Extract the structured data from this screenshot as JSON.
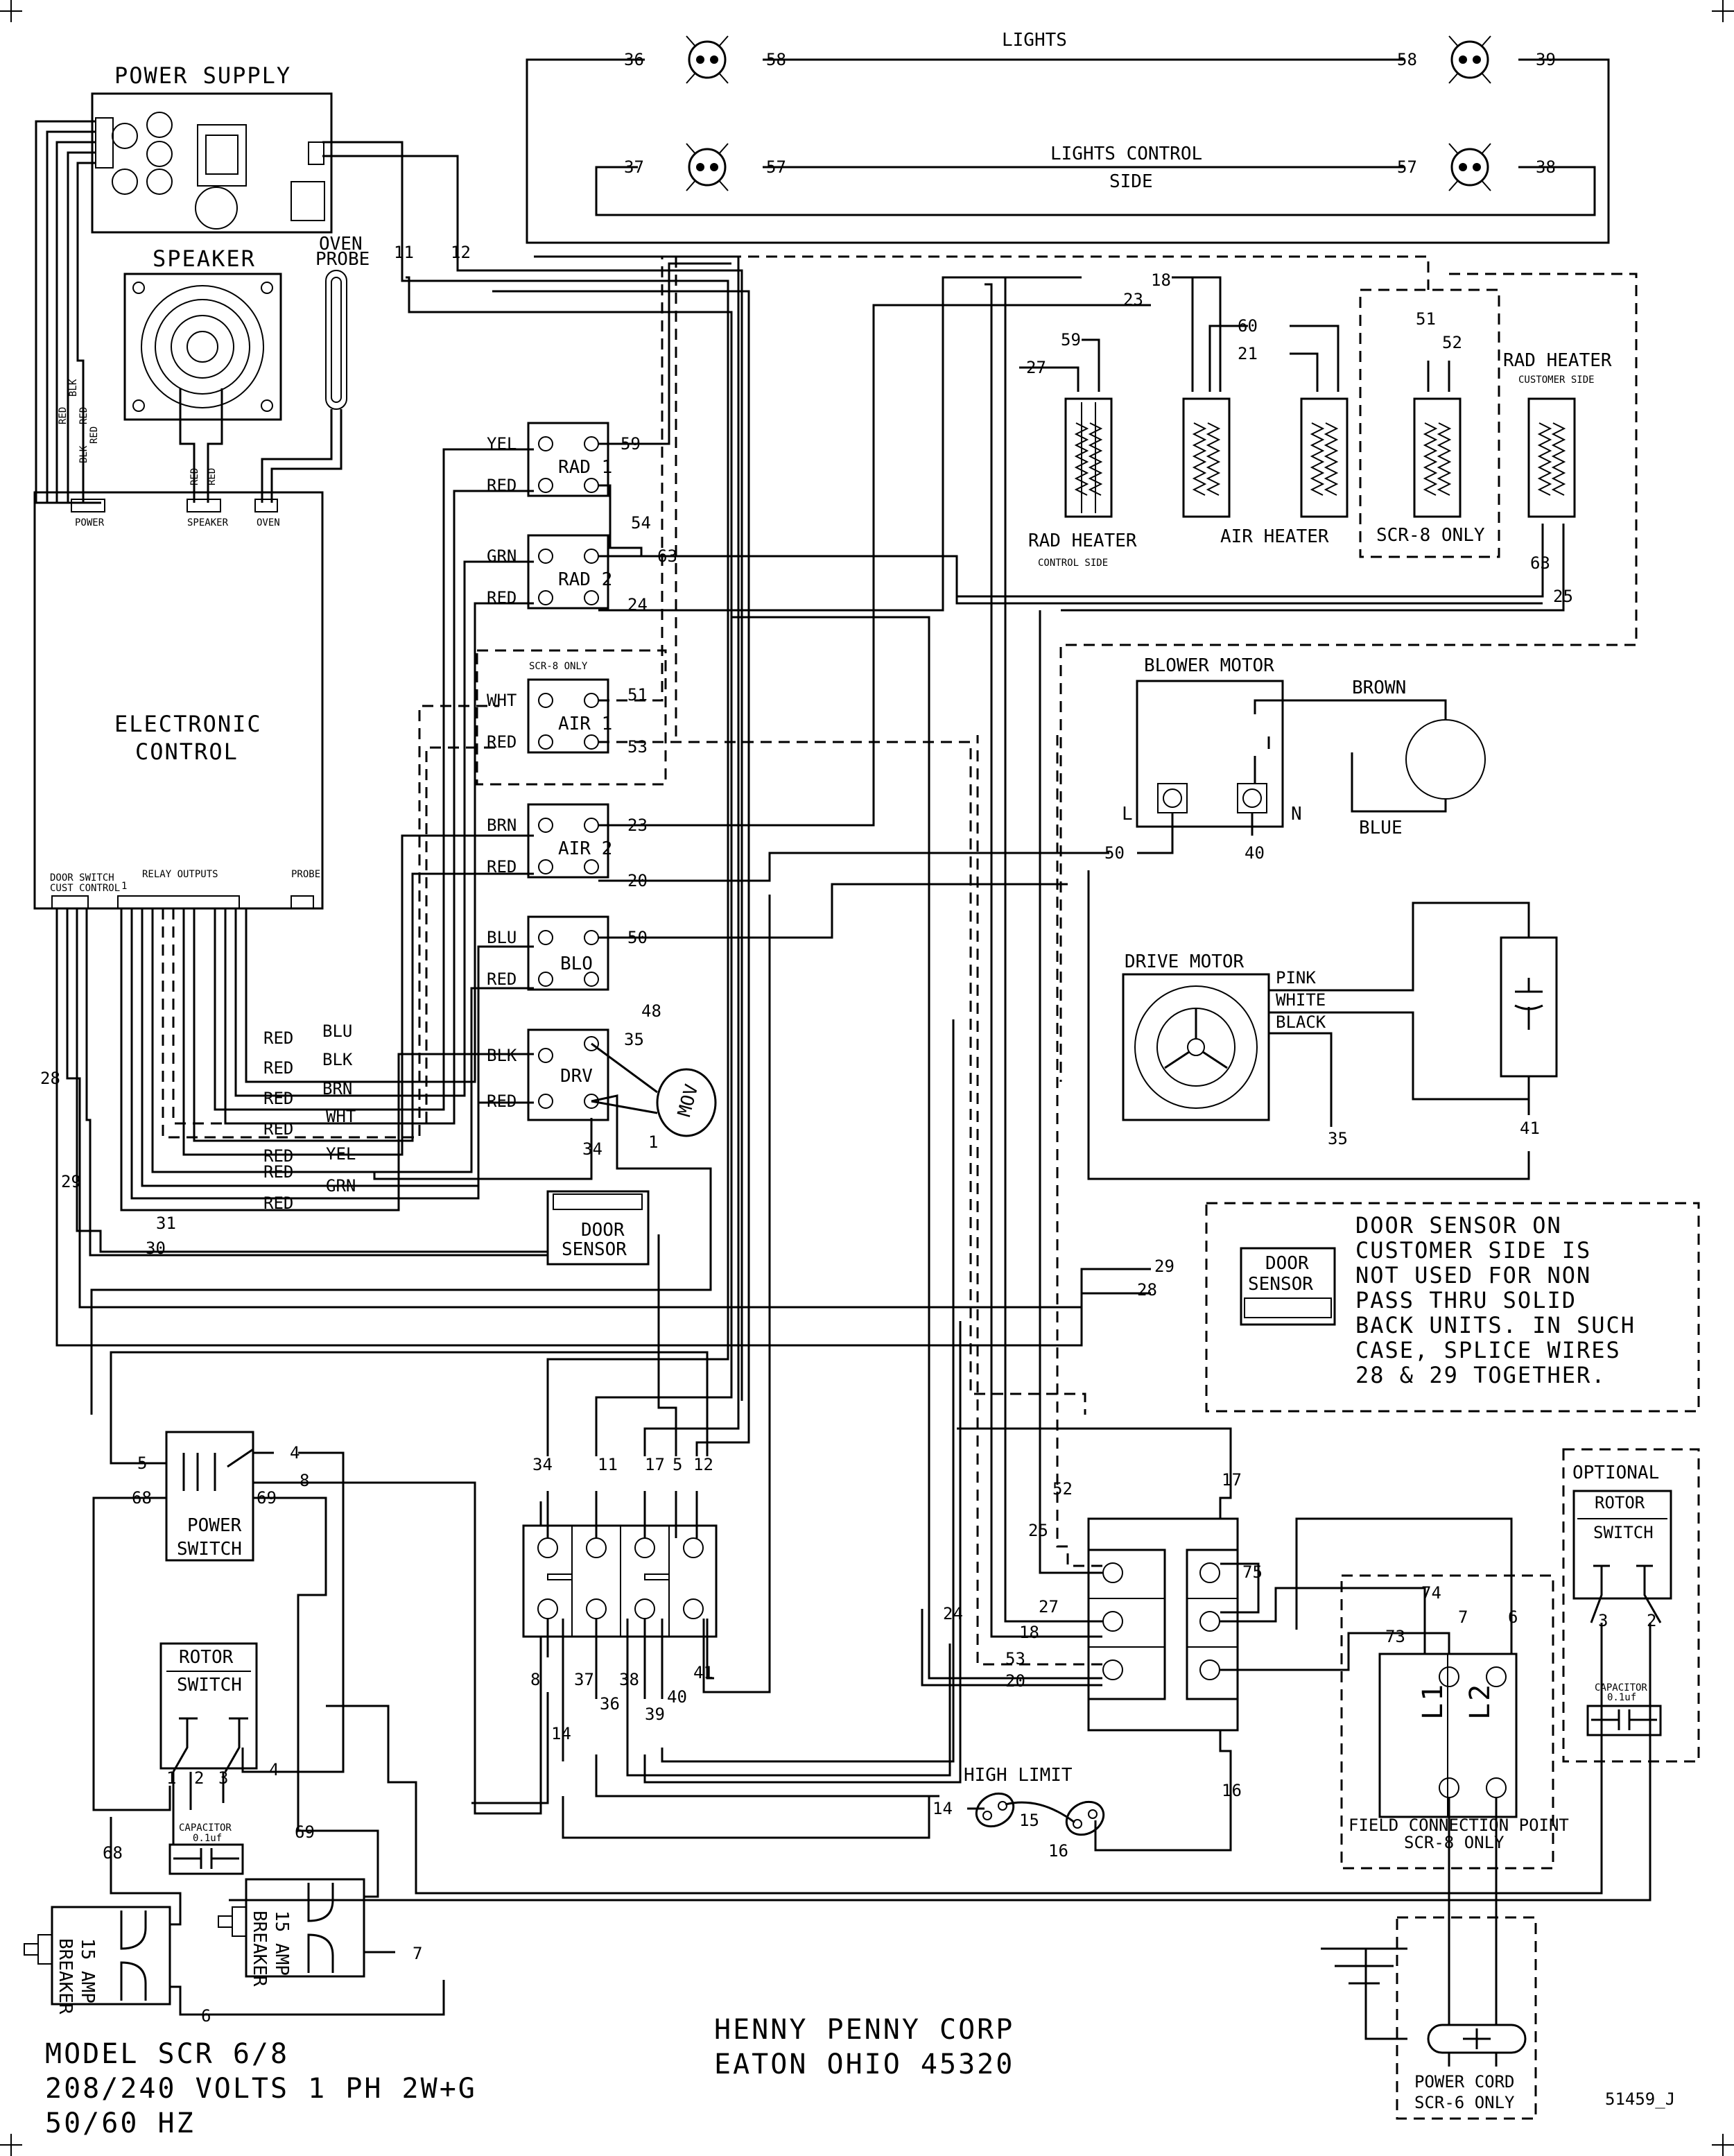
{
  "blocks": {
    "power_supply": "POWER SUPPLY",
    "speaker": "SPEAKER",
    "oven_probe": [
      "OVEN",
      "PROBE"
    ],
    "electronic_control": [
      "ELECTRONIC",
      "CONTROL"
    ],
    "ec_ports": {
      "power": "POWER",
      "speaker": "SPEAKER",
      "oven": "OVEN",
      "door_switch": "DOOR SWITCH",
      "cust_control": "CUST CONTROL",
      "relay_outputs": "RELAY OUTPUTS",
      "relay_one": "1",
      "probe": "PROBE"
    },
    "lights": "LIGHTS",
    "lights_control": "LIGHTS CONTROL",
    "side": "SIDE",
    "rad_heater_control": [
      "RAD HEATER",
      "CONTROL SIDE"
    ],
    "air_heater": "AIR HEATER",
    "scr8_only": "SCR-8 ONLY",
    "rad_heater_customer": [
      "RAD HEATER",
      "CUSTOMER SIDE"
    ],
    "blower_motor": "BLOWER MOTOR",
    "brown": "BROWN",
    "blue": "BLUE",
    "blower_l": "L",
    "blower_n": "N",
    "drive_motor": "DRIVE MOTOR",
    "pink": "PINK",
    "white": "WHITE",
    "black": "BLACK",
    "door_sensor": [
      "DOOR",
      "SENSOR"
    ],
    "door_note": [
      "DOOR SENSOR ON",
      "CUSTOMER SIDE IS",
      "NOT USED FOR NON",
      "PASS THRU SOLID",
      "BACK UNITS. IN SUCH",
      "CASE, SPLICE WIRES",
      "28 & 29 TOGETHER."
    ],
    "power_switch": [
      "POWER",
      "SWITCH"
    ],
    "rotor_switch": [
      "ROTOR",
      "SWITCH"
    ],
    "capacitor": [
      "CAPACITOR",
      "0.1uf"
    ],
    "optional": "OPTIONAL",
    "high_limit": "HIGH LIMIT",
    "breaker": [
      "15 AMP",
      "BREAKER"
    ],
    "field_connection": [
      "FIELD CONNECTION POINT",
      "SCR-8 ONLY"
    ],
    "power_cord": [
      "POWER CORD",
      "SCR-6 ONLY"
    ],
    "l1": "L1",
    "l2": "L2",
    "mov": "MOV",
    "model": [
      "MODEL SCR 6/8",
      "208/240 VOLTS 1 PH 2W+G",
      "50/60 HZ"
    ],
    "maker": [
      "HENNY PENNY CORP",
      "EATON OHIO 45320"
    ],
    "drawing_no": "51459_J"
  },
  "relays": [
    {
      "name": "RAD 1",
      "in1": "YEL",
      "in2": "RED",
      "out": "59"
    },
    {
      "name": "RAD 2",
      "in1": "GRN",
      "in2": "RED",
      "out": "63",
      "out2": "24"
    },
    {
      "name": "AIR 1",
      "in1": "WHT",
      "in2": "RED",
      "out": "51",
      "out2": "53",
      "header": "SCR-8 ONLY"
    },
    {
      "name": "AIR 2",
      "in1": "BRN",
      "in2": "RED",
      "out": "23",
      "out2": "20"
    },
    {
      "name": "BLO",
      "in1": "BLU",
      "in2": "RED",
      "out": "50"
    },
    {
      "name": "DRV",
      "in1": "BLK",
      "in2": "RED",
      "out": "35",
      "out2": "34"
    }
  ],
  "ps_wire_colors": [
    "RED",
    "BLK",
    "RED",
    "BLK",
    "RED"
  ],
  "speaker_wire_colors": [
    "RED",
    "RED"
  ],
  "relay_bundle_labels": [
    {
      "l": "RED",
      "r": "BLU"
    },
    {
      "l": "RED",
      "r": "BLK"
    },
    {
      "l": "RED",
      "r": "BRN"
    },
    {
      "l": "RED",
      "r": "WHT"
    },
    {
      "l": "RED",
      "r": ""
    },
    {
      "l": "",
      "r": "YEL"
    },
    {
      "l": "RED",
      "r": ""
    },
    {
      "l": "",
      "r": "GRN"
    },
    {
      "l": "RED",
      "r": ""
    }
  ],
  "wires": {
    "w11": "11",
    "w12": "12",
    "w36": "36",
    "w37": "37",
    "w38": "38",
    "w39": "39",
    "w57a": "57",
    "w57b": "57",
    "w58a": "58",
    "w58b": "58",
    "w18": "18",
    "w23": "23",
    "w59": "59",
    "w27": "27",
    "w60": "60",
    "w21": "21",
    "w51": "51",
    "w52": "52",
    "w63": "63",
    "w25": "25",
    "w54": "54",
    "w50": "50",
    "w40": "40",
    "w35": "35",
    "w41": "41",
    "w48": "48",
    "w1": "1",
    "w28": "28",
    "w29": "29",
    "w31": "31",
    "w30": "30",
    "w28b": "28",
    "w29b": "29",
    "w5": "5",
    "w4": "4",
    "w8": "8",
    "w68": "68",
    "w69": "69",
    "t34": "34",
    "t11": "11",
    "t17": "17",
    "t5": "5",
    "t12": "12",
    "b8": "8",
    "b37": "37",
    "b38": "38",
    "b41": "41",
    "b36": "36",
    "b39": "39",
    "b40": "40",
    "b14": "14",
    "rs1": "1",
    "rs2": "2",
    "rs3": "3",
    "rs4": "4",
    "w69b": "69",
    "w68b": "68",
    "w7": "7",
    "w6": "6",
    "w14": "14",
    "w15": "15",
    "w16": "16",
    "tb52": "52",
    "tb25": "25",
    "tb27": "27",
    "tb18": "18",
    "tb53": "53",
    "tb20": "20",
    "tb24": "24",
    "tb17": "17",
    "tb16": "16",
    "tb75": "75",
    "tb74": "74",
    "tb73": "73",
    "tb7": "7",
    "tb6": "6",
    "opt3": "3",
    "opt2": "2"
  }
}
